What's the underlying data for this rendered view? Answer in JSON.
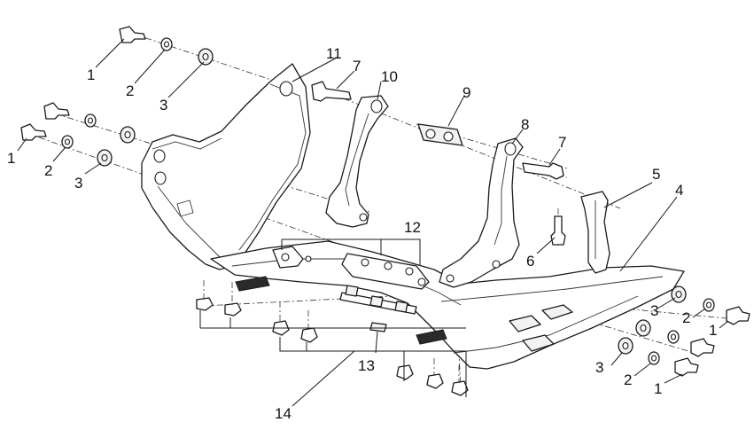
{
  "callouts": {
    "c1a": "1",
    "c1b": "1",
    "c1c": "1",
    "c1d": "1",
    "c2a": "2",
    "c2b": "2",
    "c2c": "2",
    "c2d": "2",
    "c3a": "3",
    "c3b": "3",
    "c3c": "3",
    "c3d": "3",
    "c4": "4",
    "c5": "5",
    "c6": "6",
    "c7a": "7",
    "c7b": "7",
    "c8": "8",
    "c9": "9",
    "c10": "10",
    "c11": "11",
    "c12": "12",
    "c13": "13",
    "c14": "14"
  }
}
